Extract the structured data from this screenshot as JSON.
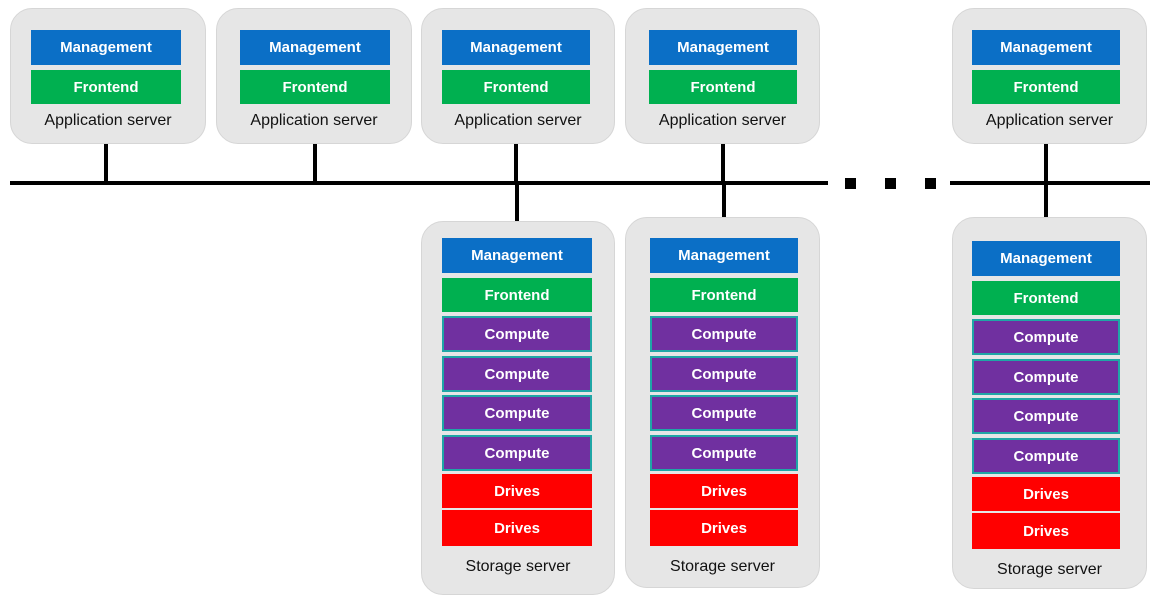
{
  "labels": {
    "management": "Management",
    "frontend": "Frontend",
    "compute": "Compute",
    "drives": "Drives",
    "app_server": "Application server",
    "storage_server": "Storage server"
  },
  "colors": {
    "management": "#0b6fc6",
    "frontend": "#00b050",
    "compute": "#7030a0",
    "compute_border": "#1fa6a6",
    "drives": "#ff0000",
    "node_bg": "#e6e6e6",
    "bus": "#000000"
  },
  "app_servers": [
    {
      "stack": [
        "management",
        "frontend"
      ],
      "label": "app_server"
    },
    {
      "stack": [
        "management",
        "frontend"
      ],
      "label": "app_server"
    },
    {
      "stack": [
        "management",
        "frontend"
      ],
      "label": "app_server"
    },
    {
      "stack": [
        "management",
        "frontend"
      ],
      "label": "app_server"
    },
    {
      "stack": [
        "management",
        "frontend"
      ],
      "label": "app_server"
    }
  ],
  "storage_servers": [
    {
      "stack": [
        "management",
        "frontend",
        "compute",
        "compute",
        "compute",
        "compute",
        "drives",
        "drives"
      ],
      "label": "storage_server"
    },
    {
      "stack": [
        "management",
        "frontend",
        "compute",
        "compute",
        "compute",
        "compute",
        "drives",
        "drives"
      ],
      "label": "storage_server"
    },
    {
      "stack": [
        "management",
        "frontend",
        "compute",
        "compute",
        "compute",
        "compute",
        "drives",
        "drives"
      ],
      "label": "storage_server"
    }
  ]
}
